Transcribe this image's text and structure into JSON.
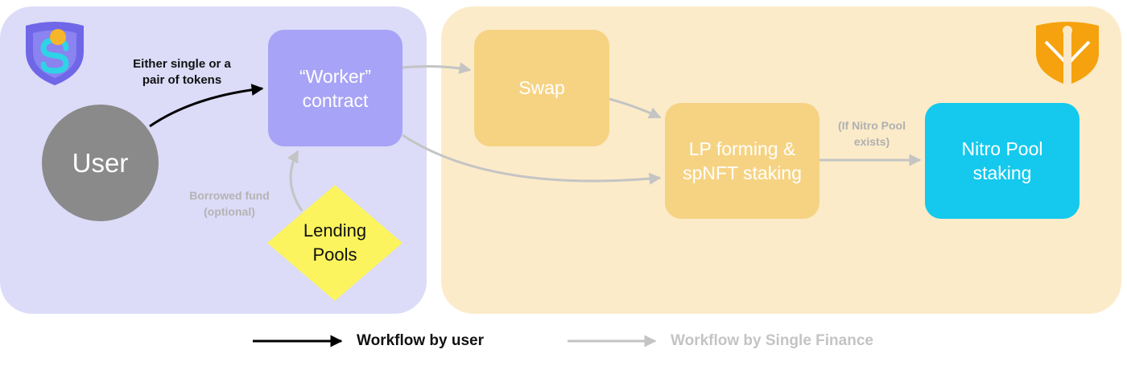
{
  "nodes": {
    "user": "User",
    "worker": {
      "line1": "“Worker”",
      "line2": "contract"
    },
    "swap": "Swap",
    "lp": {
      "line1": "LP forming &",
      "line2": "spNFT staking"
    },
    "nitro": {
      "line1": "Nitro Pool",
      "line2": "staking"
    },
    "lending": {
      "line1": "Lending",
      "line2": "Pools"
    }
  },
  "edge_labels": {
    "tokens": {
      "line1": "Either single or a",
      "line2": "pair of tokens"
    },
    "borrowed": {
      "line1": "Borrowed fund",
      "line2": "(optional)"
    },
    "nitro_exists": {
      "line1": "(If Nitro Pool",
      "line2": "exists)"
    }
  },
  "legend": {
    "user_flow": "Workflow by user",
    "single_finance_flow": "Workflow by Single Finance"
  },
  "colors": {
    "panel_left": "#dcdbf8",
    "panel_right": "#fbebc9",
    "user": "#8a8a8a",
    "worker": "#a7a3f6",
    "swap": "#f6d383",
    "lp": "#f6d383",
    "nitro": "#14c9ed",
    "lending": "#fbf45e",
    "arrow_user": "#000000",
    "arrow_single_finance": "#c4c4c4"
  },
  "icons": [
    "single-finance-logo-icon",
    "sword-shield-logo-icon"
  ]
}
